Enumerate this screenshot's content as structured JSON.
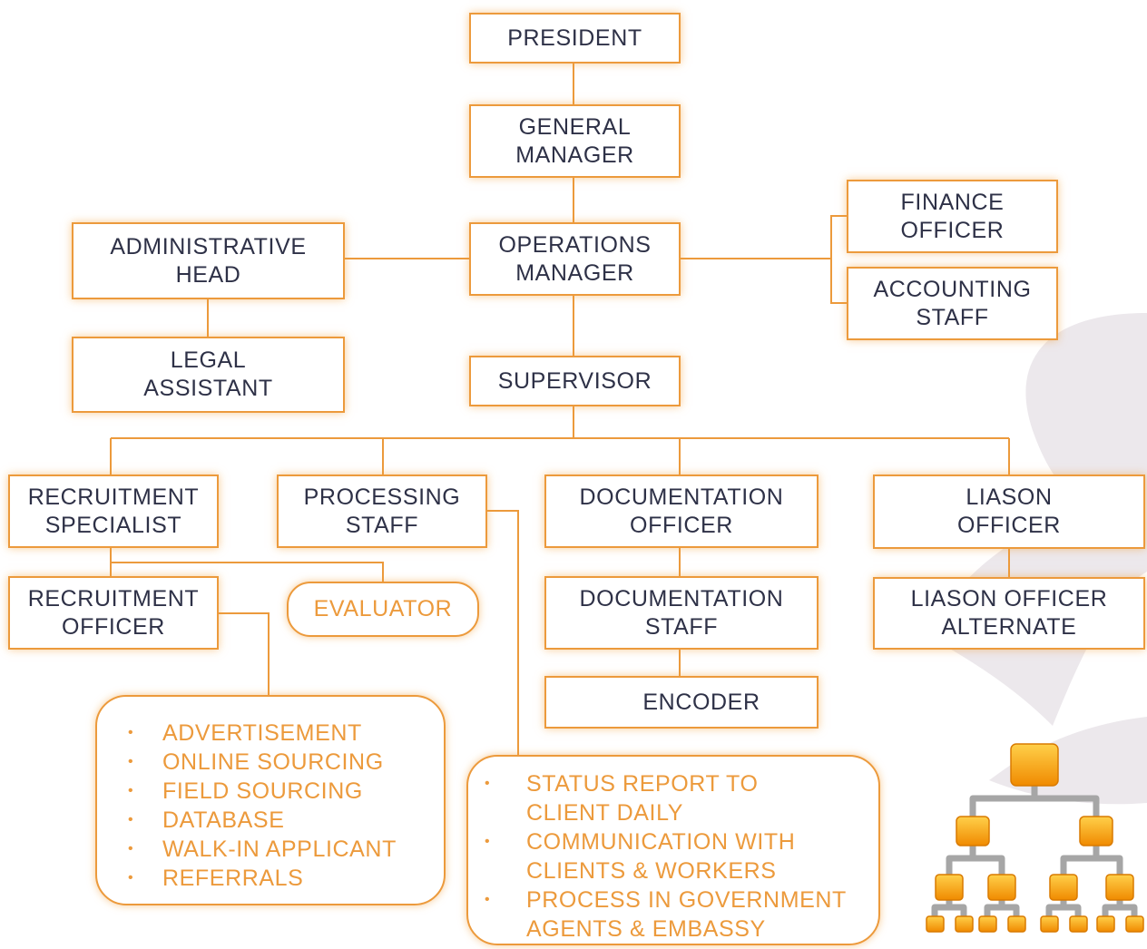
{
  "positions": {
    "president": "PRESIDENT",
    "general_manager": "GENERAL\nMANAGER",
    "operations_manager": "OPERATIONS\nMANAGER",
    "administrative_head": "ADMINISTRATIVE\nHEAD",
    "legal_assistant": "LEGAL\nASSISTANT",
    "finance_officer": "FINANCE\nOFFICER",
    "accounting_staff": "ACCOUNTING\nSTAFF",
    "supervisor": "SUPERVISOR",
    "recruitment_specialist": "RECRUITMENT\nSPECIALIST",
    "processing_staff": "PROCESSING\nSTAFF",
    "documentation_officer": "DOCUMENTATION\nOFFICER",
    "liason_officer": "LIASON\nOFFICER",
    "recruitment_officer": "RECRUITMENT\nOFFICER",
    "evaluator": "EVALUATOR",
    "documentation_staff": "DOCUMENTATION\nSTAFF",
    "liason_officer_alternate": "LIASON OFFICER\nALTERNATE",
    "encoder": "ENCODER"
  },
  "recruitment_tasks": [
    "ADVERTISEMENT",
    "ONLINE SOURCING",
    "FIELD SOURCING",
    "DATABASE",
    "WALK-IN APPLICANT",
    "REFERRALS"
  ],
  "processing_tasks": [
    "STATUS REPORT TO\nCLIENT DAILY",
    "COMMUNICATION WITH\nCLIENTS & WORKERS",
    "PROCESS IN GOVERNMENT\nAGENTS & EMBASSY"
  ],
  "icons": {
    "org_chart": "org-chart-icon",
    "background": "swoosh-decoration"
  },
  "colors": {
    "accent": "#ec9a3c",
    "text": "#2e3147",
    "swoosh": "#ece8ec"
  }
}
